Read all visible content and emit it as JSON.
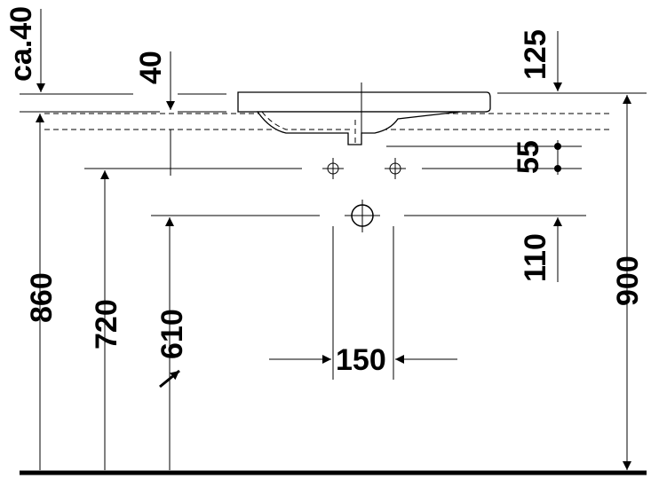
{
  "drawing": {
    "dimensions": {
      "ca40": "ca.40",
      "d40": "40",
      "d125": "125",
      "d55": "55",
      "d860": "860",
      "d720": "720",
      "d610": "610",
      "d110": "110",
      "d900": "900",
      "d150": "150"
    }
  }
}
